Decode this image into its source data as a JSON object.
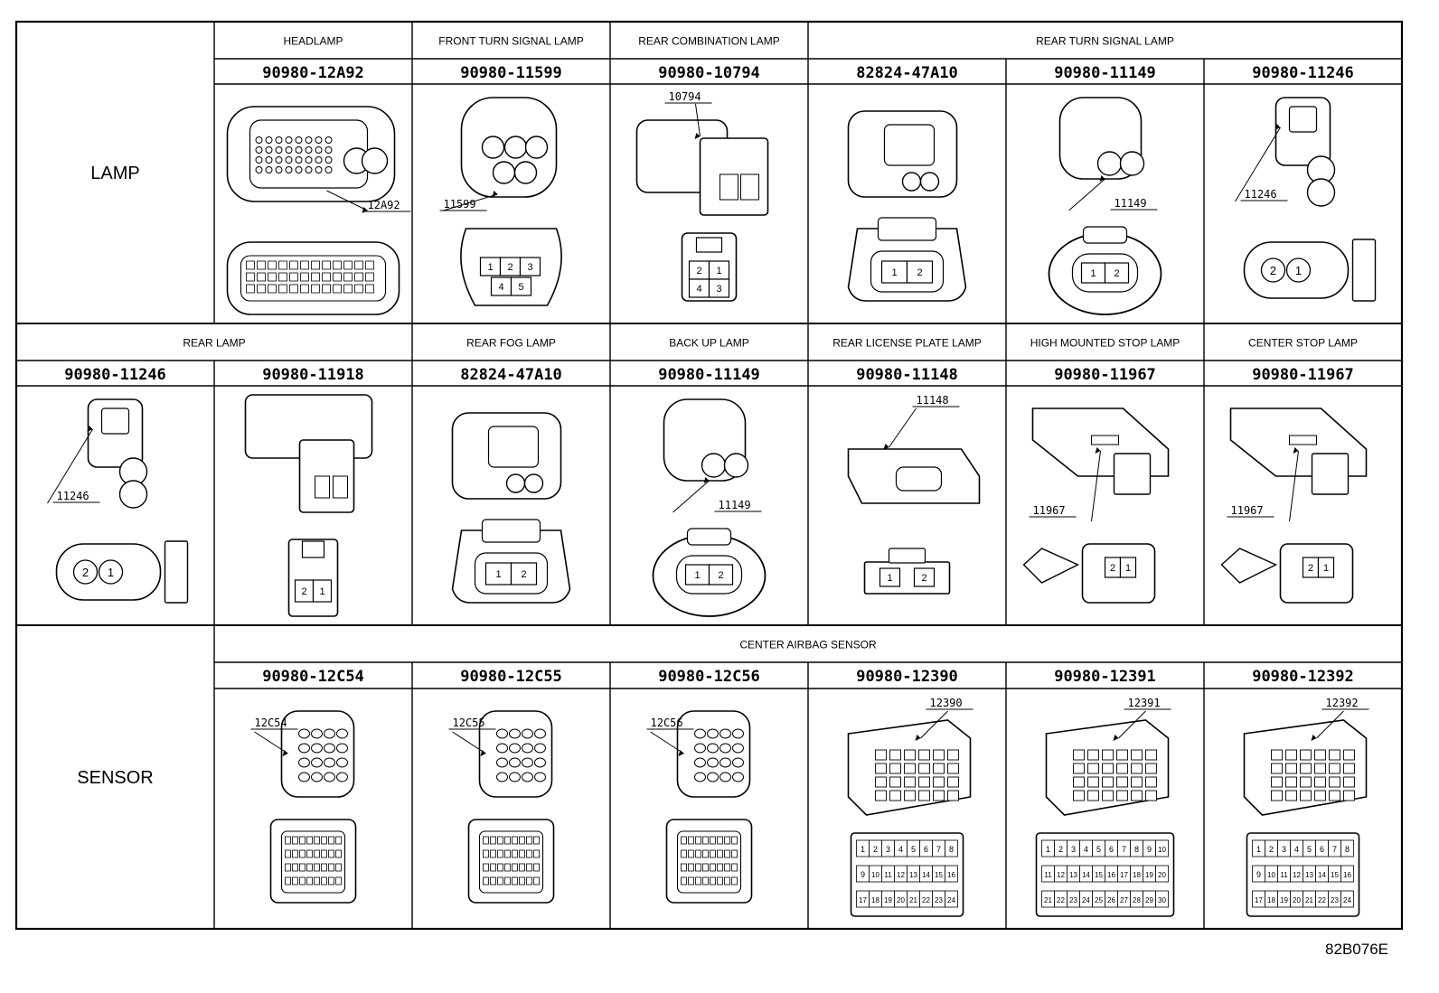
{
  "diagram_id": "82B076E",
  "rows": [
    {
      "name": "LAMP",
      "groups": [
        {
          "title": "HEADLAMP",
          "span": 1
        },
        {
          "title": "FRONT TURN SIGNAL LAMP",
          "span": 1
        },
        {
          "title": "REAR COMBINATION LAMP",
          "span": 1
        },
        {
          "title": "REAR TURN SIGNAL LAMP",
          "span": 3
        }
      ],
      "connectors": [
        {
          "part": "90980-12A92",
          "callout": "12A92",
          "kind": "large-multi"
        },
        {
          "part": "90980-11599",
          "callout": "11599",
          "kind": "triple",
          "pins": [
            "1",
            "2",
            "3",
            "4",
            "5"
          ]
        },
        {
          "part": "90980-10794",
          "callout": "10794",
          "kind": "box4",
          "pins": [
            "2",
            "1",
            "4",
            "3"
          ]
        },
        {
          "part": "82824-47A10",
          "callout": "",
          "kind": "dual-latch",
          "pins": [
            "1",
            "2"
          ]
        },
        {
          "part": "90980-11149",
          "callout": "11149",
          "kind": "dual-round",
          "pins": [
            "1",
            "2"
          ]
        },
        {
          "part": "90980-11246",
          "callout": "11246",
          "kind": "dual-oval",
          "pins": [
            "2",
            "1"
          ]
        }
      ]
    },
    {
      "name": "",
      "groups": [
        {
          "title": "REAR LAMP",
          "span": 2
        },
        {
          "title": "REAR FOG LAMP",
          "span": 1
        },
        {
          "title": "BACK UP LAMP",
          "span": 1
        },
        {
          "title": "REAR LICENSE PLATE LAMP",
          "span": 1
        },
        {
          "title": "HIGH MOUNTED STOP LAMP",
          "span": 1
        },
        {
          "title": "CENTER STOP LAMP",
          "span": 1
        }
      ],
      "connectors": [
        {
          "part": "90980-11246",
          "callout": "11246",
          "kind": "dual-oval",
          "pins": [
            "2",
            "1"
          ]
        },
        {
          "part": "90980-11918",
          "callout": "",
          "kind": "dual-tall",
          "pins": [
            "2",
            "1"
          ]
        },
        {
          "part": "82824-47A10",
          "callout": "",
          "kind": "dual-latch",
          "pins": [
            "1",
            "2"
          ]
        },
        {
          "part": "90980-11149",
          "callout": "11149",
          "kind": "dual-round",
          "pins": [
            "1",
            "2"
          ]
        },
        {
          "part": "90980-11148",
          "callout": "11148",
          "kind": "dual-flat",
          "pins": [
            "1",
            "2"
          ]
        },
        {
          "part": "90980-11967",
          "callout": "11967",
          "kind": "dual-clip",
          "pins": [
            "2",
            "1"
          ]
        },
        {
          "part": "90980-11967",
          "callout": "11967",
          "kind": "dual-clip",
          "pins": [
            "2",
            "1"
          ]
        }
      ]
    },
    {
      "name": "SENSOR",
      "groups": [
        {
          "title": "CENTER AIRBAG SENSOR",
          "span": 6
        }
      ],
      "connectors": [
        {
          "part": "90980-12C54",
          "callout": "12C54",
          "kind": "airbag-round"
        },
        {
          "part": "90980-12C55",
          "callout": "12C55",
          "kind": "airbag-round"
        },
        {
          "part": "90980-12C56",
          "callout": "12C56",
          "kind": "airbag-round"
        },
        {
          "part": "90980-12390",
          "callout": "12390",
          "kind": "airbag-block",
          "pin_rows": [
            [
              "1",
              "2",
              "3",
              "4",
              "5",
              "6",
              "7",
              "8"
            ],
            [
              "9",
              "10",
              "11",
              "12",
              "13",
              "14",
              "15",
              "16"
            ],
            [
              "17",
              "18",
              "19",
              "20",
              "21",
              "22",
              "23",
              "24"
            ]
          ]
        },
        {
          "part": "90980-12391",
          "callout": "12391",
          "kind": "airbag-block",
          "pin_rows": [
            [
              "1",
              "2",
              "3",
              "4",
              "5",
              "6",
              "7",
              "8",
              "9",
              "10"
            ],
            [
              "11",
              "12",
              "13",
              "14",
              "15",
              "16",
              "17",
              "18",
              "19",
              "20"
            ],
            [
              "21",
              "22",
              "23",
              "24",
              "25",
              "26",
              "27",
              "28",
              "29",
              "30"
            ]
          ]
        },
        {
          "part": "90980-12392",
          "callout": "12392",
          "kind": "airbag-block",
          "pin_rows": [
            [
              "1",
              "2",
              "3",
              "4",
              "5",
              "6",
              "7",
              "8"
            ],
            [
              "9",
              "10",
              "11",
              "12",
              "13",
              "14",
              "15",
              "16"
            ],
            [
              "17",
              "18",
              "19",
              "20",
              "21",
              "22",
              "23",
              "24"
            ]
          ]
        }
      ]
    }
  ]
}
